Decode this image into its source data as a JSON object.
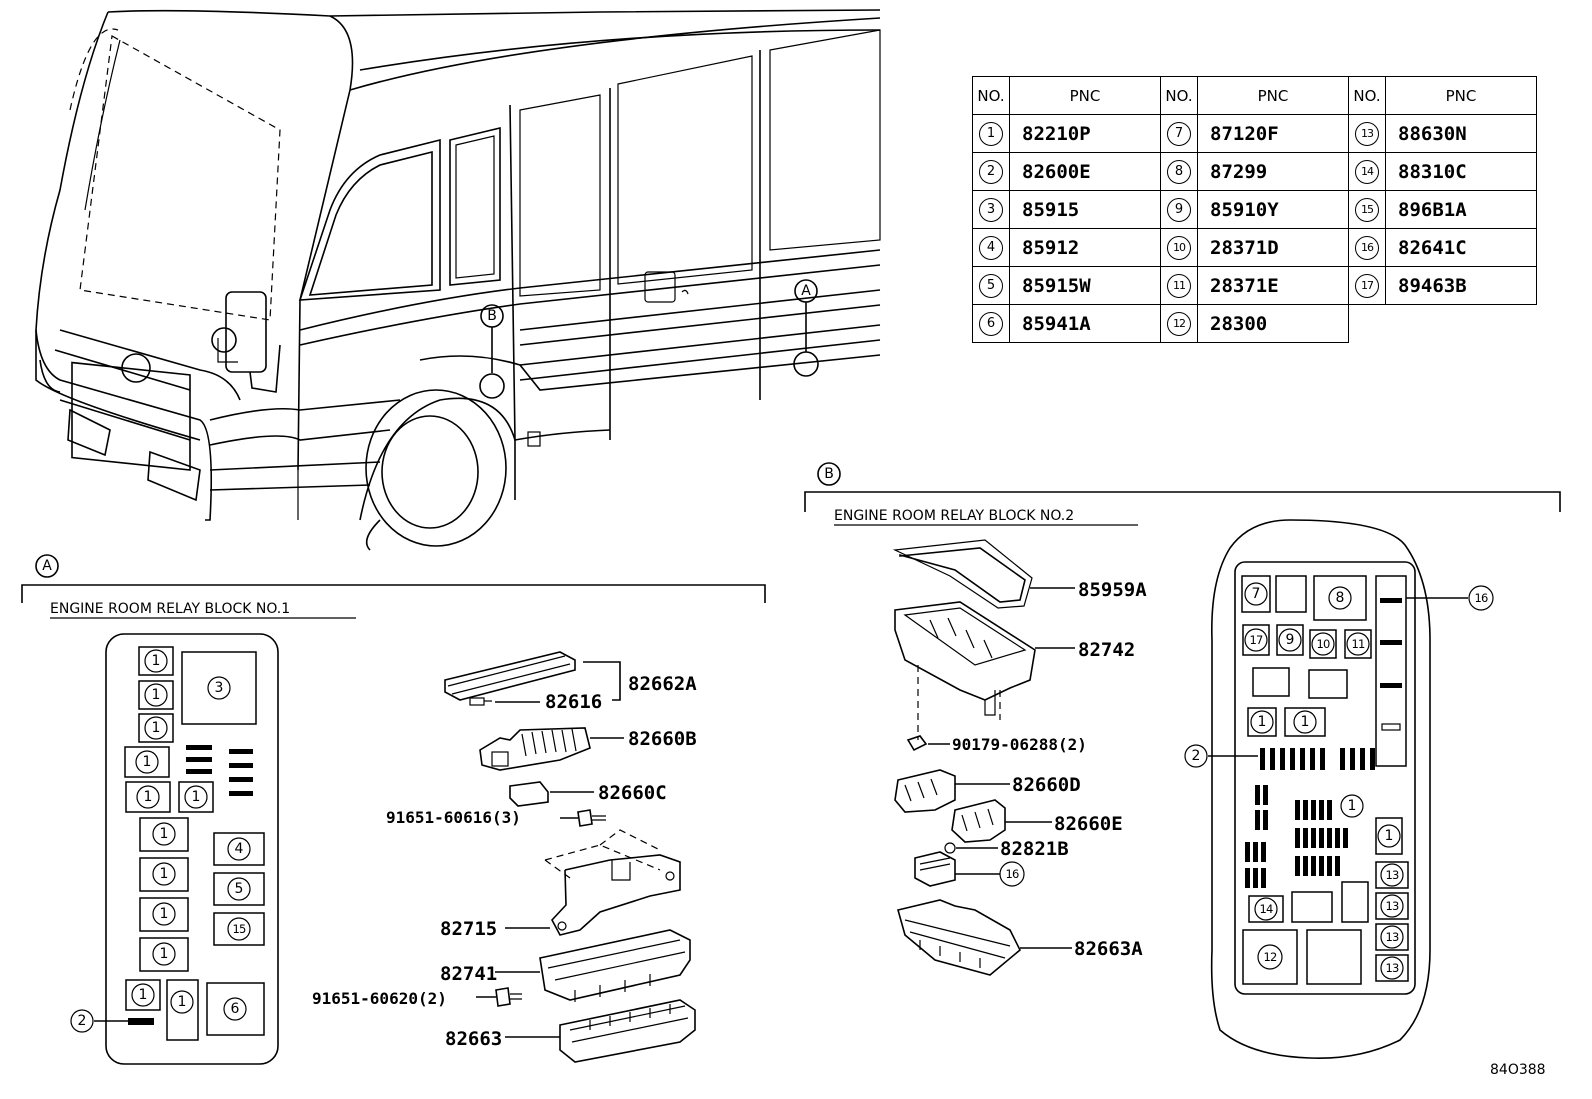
{
  "pnc_table": {
    "headers": [
      "NO.",
      "PNC",
      "NO.",
      "PNC",
      "NO.",
      "PNC"
    ],
    "rows": [
      [
        {
          "no": "1",
          "pnc": "82210P"
        },
        {
          "no": "7",
          "pnc": "87120F"
        },
        {
          "no": "13",
          "pnc": "88630N"
        }
      ],
      [
        {
          "no": "2",
          "pnc": "82600E"
        },
        {
          "no": "8",
          "pnc": "87299"
        },
        {
          "no": "14",
          "pnc": "88310C"
        }
      ],
      [
        {
          "no": "3",
          "pnc": "85915"
        },
        {
          "no": "9",
          "pnc": "85910Y"
        },
        {
          "no": "15",
          "pnc": "896B1A"
        }
      ],
      [
        {
          "no": "4",
          "pnc": "85912"
        },
        {
          "no": "10",
          "pnc": "28371D"
        },
        {
          "no": "16",
          "pnc": "82641C"
        }
      ],
      [
        {
          "no": "5",
          "pnc": "85915W"
        },
        {
          "no": "11",
          "pnc": "28371E"
        },
        {
          "no": "17",
          "pnc": "89463B"
        }
      ],
      [
        {
          "no": "6",
          "pnc": "85941A"
        },
        {
          "no": "12",
          "pnc": "28300"
        },
        null
      ]
    ]
  },
  "markers": {
    "a": "A",
    "b": "B"
  },
  "section_a": {
    "title": "ENGINE ROOM RELAY BLOCK NO.1",
    "map_labels": {
      "c1": "1",
      "c2": "2",
      "c3": "3",
      "c4": "4",
      "c5": "5",
      "c6": "6",
      "c15": "15"
    },
    "parts": {
      "p82662A": "82662A",
      "p82616": "82616",
      "p82660B": "82660B",
      "p82660C": "82660C",
      "p91651_616": "91651-60616(3)",
      "p82715": "82715",
      "p82741": "82741",
      "p91651_620": "91651-60620(2)",
      "p82663": "82663"
    }
  },
  "section_b": {
    "title": "ENGINE ROOM RELAY BLOCK NO.2",
    "map_labels": {
      "c1": "1",
      "c2": "2",
      "c7": "7",
      "c8": "8",
      "c9": "9",
      "c10": "10",
      "c11": "11",
      "c12": "12",
      "c13": "13",
      "c14": "14",
      "c16": "16",
      "c17": "17"
    },
    "parts": {
      "p85959A": "85959A",
      "p82742": "82742",
      "p90179": "90179-06288(2)",
      "p82660D": "82660D",
      "p82660E": "82660E",
      "p82821B": "82821B",
      "p16": "16",
      "p82663A": "82663A"
    }
  },
  "figure_id": "84O388"
}
